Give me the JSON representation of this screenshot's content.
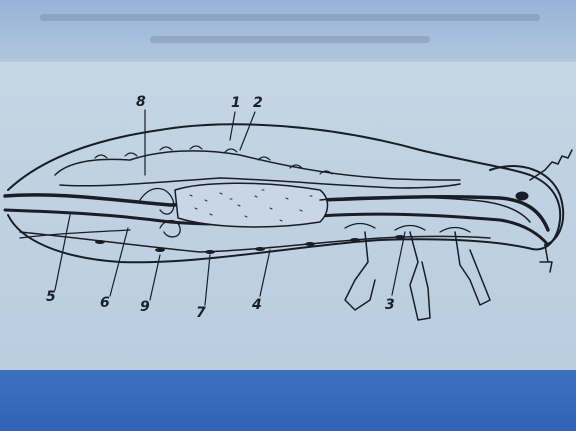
{
  "figure": {
    "labels": [
      "1",
      "2",
      "3",
      "4",
      "5",
      "6",
      "7",
      "8",
      "9"
    ]
  }
}
